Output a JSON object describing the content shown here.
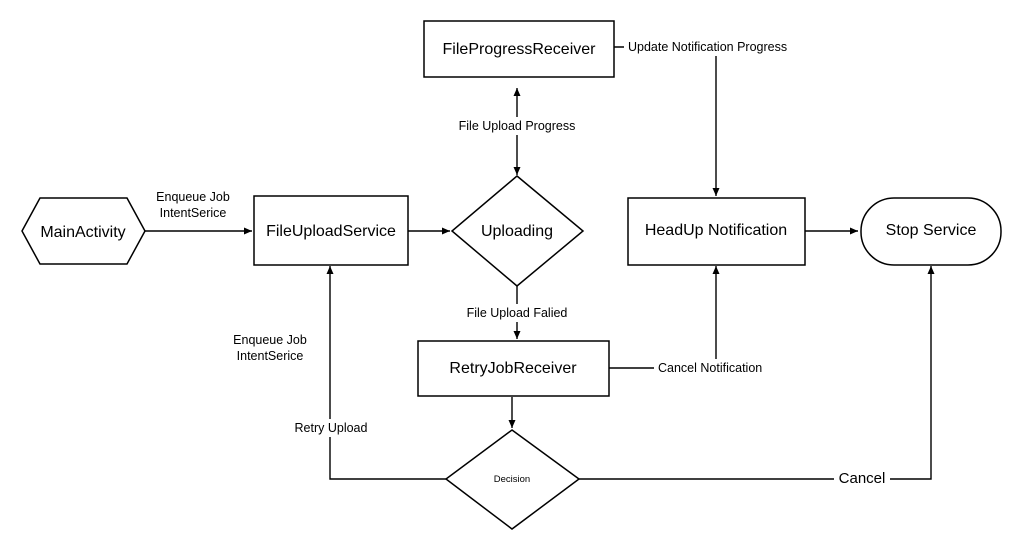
{
  "nodes": {
    "main_activity": "MainActivity",
    "file_upload_service": "FileUploadService",
    "uploading": "Uploading",
    "file_progress_receiver": "FileProgressReceiver",
    "headup_notification": "HeadUp Notification",
    "stop_service": "Stop Service",
    "retry_job_receiver": "RetryJobReceiver",
    "decision": "Decision"
  },
  "edges": {
    "enqueue_job_top_line1": "Enqueue Job",
    "enqueue_job_top_line2": "IntentSerice",
    "update_notification_progress": "Update Notification Progress",
    "file_upload_progress": "File Upload Progress",
    "file_upload_failed": "File Upload Falied",
    "enqueue_job_left_line1": "Enqueue Job",
    "enqueue_job_left_line2": "IntentSerice",
    "cancel_notification": "Cancel Notification",
    "retry_upload": "Retry Upload",
    "cancel": "Cancel"
  },
  "colors": {
    "stroke": "#000000",
    "background": "#ffffff"
  }
}
